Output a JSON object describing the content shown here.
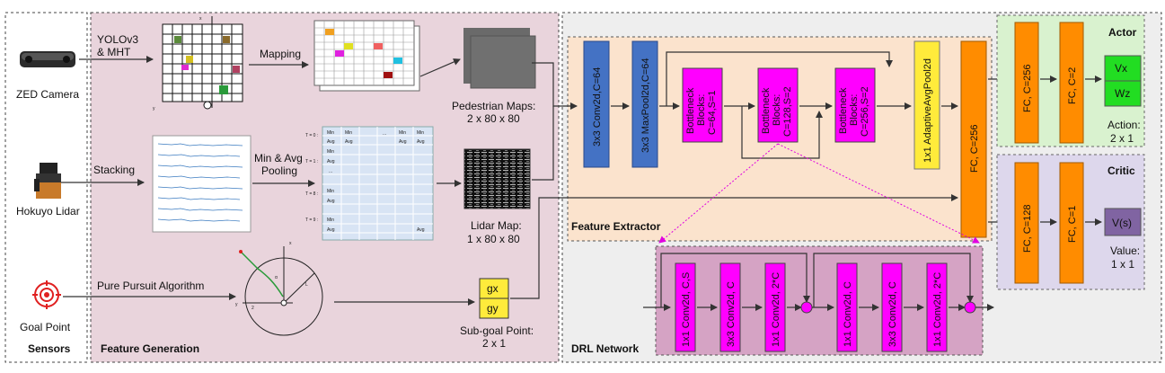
{
  "sections": {
    "sensors": "Sensors",
    "feature_generation": "Feature Generation",
    "drl_network": "DRL Network",
    "feature_extractor": "Feature Extractor",
    "actor": "Actor",
    "critic": "Critic"
  },
  "sensors": {
    "zed_camera": "ZED Camera",
    "hokuyo_lidar": "Hokuyo Lidar",
    "goal_point": "Goal Point"
  },
  "feature_generation": {
    "yolo_line1": "YOLOv3",
    "yolo_line2": "& MHT",
    "mapping": "Mapping",
    "pedestrian_maps_line1": "Pedestrian Maps:",
    "pedestrian_maps_line2": "2 x 80 x 80",
    "stacking": "Stacking",
    "pooling_line1": "Min & Avg",
    "pooling_line2": "Pooling",
    "lidar_map_line1": "Lidar Map:",
    "lidar_map_line2": "1 x 80 x 80",
    "pure_pursuit": "Pure Pursuit Algorithm",
    "subgoal_gx": "gx",
    "subgoal_gy": "gy",
    "subgoal_line1": "Sub-goal Point:",
    "subgoal_line2": "2 x 1",
    "pool_table": {
      "row_labels": [
        "T = 0 :",
        "T = 1 :",
        "T = 8 :",
        "T = 9 :"
      ],
      "min": "Min",
      "avg": "Avg",
      "dots": "..."
    }
  },
  "feature_extractor": {
    "conv": "3x3 Conv2d,C=64",
    "maxpool": "3x3 MaxPool2d,C=64",
    "bottleneck1": [
      "Bottleneck",
      "Blocks:",
      "C=64,S=1"
    ],
    "bottleneck2": [
      "Bottleneck",
      "Blocks:",
      "C=128,S=2"
    ],
    "bottleneck3": [
      "Bottleneck",
      "Blocks:",
      "C=256,S=2"
    ],
    "adaptive_pool": "1x1 AdaptiveAvgPool2d",
    "fc": "FC, C=256"
  },
  "bottleneck_detail": [
    "1x1 Conv2d, C,S",
    "3x3 Conv2d, C",
    "1x1 Conv2d, 2*C",
    "1x1 Conv2d, C",
    "3x3 Conv2d, C",
    "1x1 Conv2d, 2*C"
  ],
  "actor": {
    "fc1": "FC, C=256",
    "fc2": "FC, C=2",
    "vx": "Vx",
    "wz": "Wz",
    "action_line1": "Action:",
    "action_line2": "2 x 1"
  },
  "critic": {
    "fc1": "FC, C=128",
    "fc2": "FC, C=1",
    "vs": "V(s)",
    "value_line1": "Value:",
    "value_line2": "1 x 1"
  },
  "axes": {
    "x": "x",
    "y": "y",
    "x2": "x",
    "y2": "y",
    "l": "L",
    "alpha": "α",
    "two": "2"
  },
  "colors": {
    "feature_gen_bg": "#e9d4dc",
    "drl_bg": "#eeeeee",
    "extractor_bg": "#fbe3cd",
    "actor_bg": "#d9f2cf",
    "critic_bg": "#ddd7ec",
    "conv_blue": "#4472c4",
    "magenta": "#ff00ff",
    "yellow": "#ffeb3b",
    "orange": "#ff8c00",
    "green": "#22dd22",
    "purple": "#8064a2",
    "detail_bg": "#d5a3c4"
  }
}
